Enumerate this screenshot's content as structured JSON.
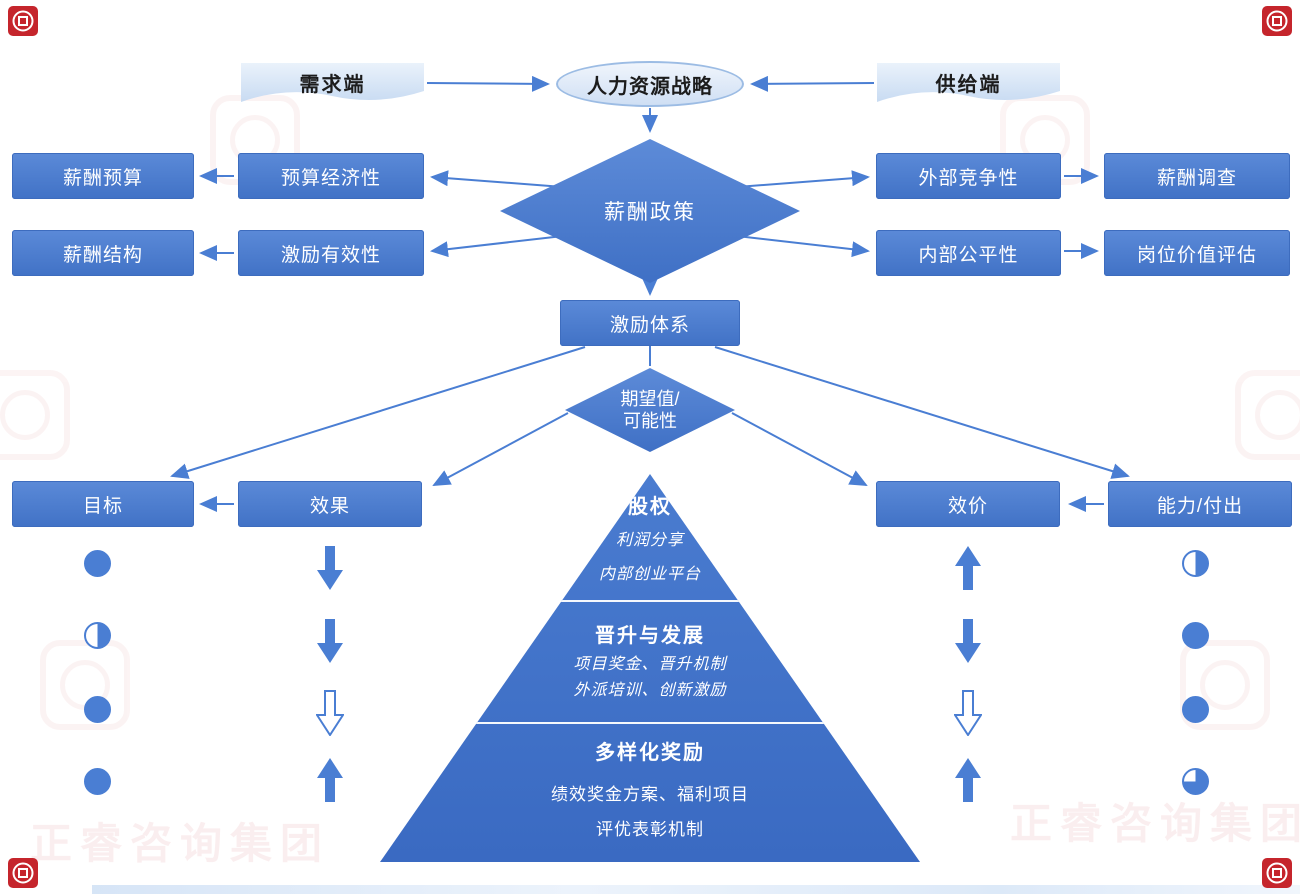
{
  "brand": {
    "name": "正睿咨询集团"
  },
  "colors": {
    "accent_blue": "#4a7ed3",
    "node_blue": "#4274c8",
    "light_blue_fill": "#d9e6f5",
    "pyramid_blue": "#3f70c6",
    "watermark_red": "#c5252c",
    "text_dark": "#1c1c1c",
    "text_white": "#ffffff"
  },
  "top": {
    "demand": "需求端",
    "strategy": "人力资源战略",
    "supply": "供给端"
  },
  "policy": {
    "diamond": "薪酬政策",
    "left": [
      {
        "outer": "薪酬预算",
        "inner": "预算经济性"
      },
      {
        "outer": "薪酬结构",
        "inner": "激励有效性"
      }
    ],
    "right": [
      {
        "inner": "外部竞争性",
        "outer": "薪酬调查"
      },
      {
        "inner": "内部公平性",
        "outer": "岗位价值评估"
      }
    ]
  },
  "incentive": {
    "system": "激励体系",
    "expectancy_line1": "期望值/",
    "expectancy_line2": "可能性",
    "goal": "目标",
    "effect": "效果",
    "valence": "效价",
    "ability": "能力/付出"
  },
  "pyramid": {
    "levels": [
      {
        "title": "股权",
        "lines": [
          "利润分享",
          "内部创业平台"
        ]
      },
      {
        "title": "晋升与发展",
        "lines": [
          "项目奖金、晋升机制",
          "外派培训、创新激励"
        ]
      },
      {
        "title": "多样化奖励",
        "lines": [
          "绩效奖金方案、福利项目",
          "评优表彰机制"
        ]
      }
    ]
  },
  "icons": {
    "left_balls": [
      "full",
      "half",
      "full",
      "full"
    ],
    "left_arrows": [
      "down-filled",
      "down-filled",
      "down-outline",
      "up-filled"
    ],
    "right_arrows": [
      "up-filled",
      "down-filled",
      "down-outline",
      "up-filled"
    ],
    "right_balls": [
      "half",
      "full",
      "full",
      "three-quarter"
    ]
  }
}
